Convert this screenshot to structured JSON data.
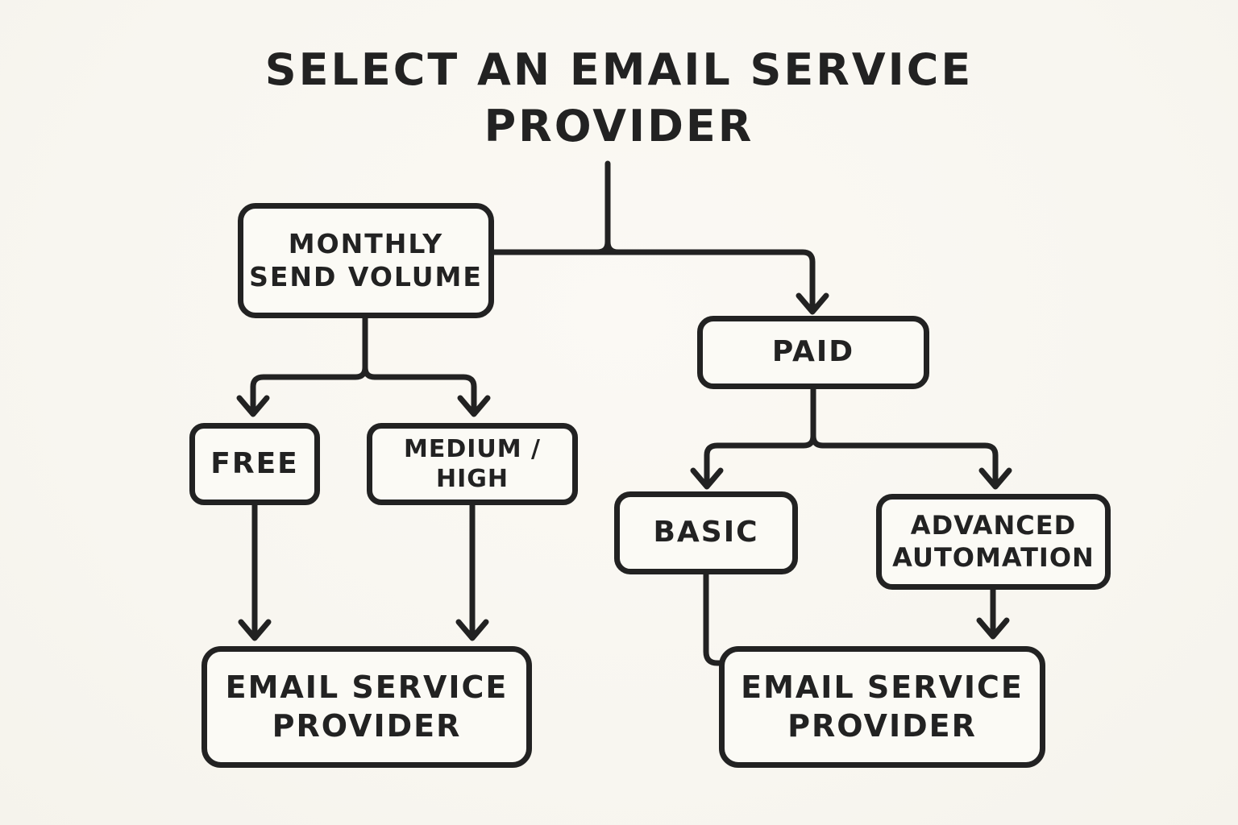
{
  "title": {
    "line1": "SELECT AN EMAIL SERVICE",
    "line2": "PROVIDER"
  },
  "nodes": {
    "monthly_send_volume": {
      "label": "MONTHLY\nSEND VOLUME"
    },
    "paid": {
      "label": "PAID"
    },
    "free": {
      "label": "FREE"
    },
    "medium_high": {
      "label": "MEDIUM / HIGH"
    },
    "basic": {
      "label": "BASIC"
    },
    "advanced_automation": {
      "label": "ADVANCED\nAUTOMATION"
    },
    "email_service_provider_left": {
      "label": "EMAIL SERVICE\nPROVIDER"
    },
    "email_service_provider_right": {
      "label": "EMAIL SERVICE\nPROVIDER"
    }
  },
  "edges": [
    {
      "from": "title",
      "to": "monthly_send_volume",
      "arrow": false
    },
    {
      "from": "title",
      "to": "paid",
      "arrow": true
    },
    {
      "from": "monthly_send_volume",
      "to": "free",
      "arrow": true
    },
    {
      "from": "monthly_send_volume",
      "to": "medium_high",
      "arrow": true
    },
    {
      "from": "free",
      "to": "email_service_provider_left",
      "arrow": true
    },
    {
      "from": "medium_high",
      "to": "email_service_provider_left",
      "arrow": true
    },
    {
      "from": "paid",
      "to": "basic",
      "arrow": true
    },
    {
      "from": "paid",
      "to": "advanced_automation",
      "arrow": true
    },
    {
      "from": "basic",
      "to": "email_service_provider_right",
      "arrow": false
    },
    {
      "from": "advanced_automation",
      "to": "email_service_provider_right",
      "arrow": true
    }
  ],
  "colors": {
    "ink": "#222222",
    "background": "#f8f6f0",
    "node_fill": "#fbfaf5"
  }
}
